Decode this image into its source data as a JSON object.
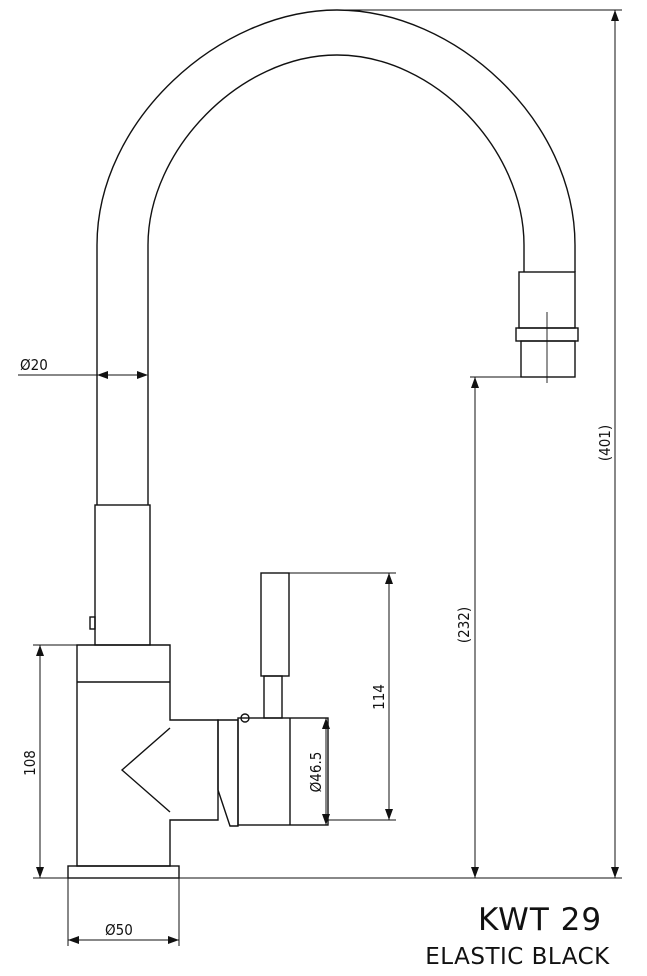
{
  "product": {
    "model": "KWT 29",
    "variant": "ELASTIC BLACK"
  },
  "dimensions": {
    "spout_diameter": "Ø20",
    "base_diameter": "Ø50",
    "body_height": "108",
    "lever_height": "114",
    "handle_diameter": "Ø46.5",
    "spout_clearance": "(232)",
    "total_height": "(401)"
  }
}
